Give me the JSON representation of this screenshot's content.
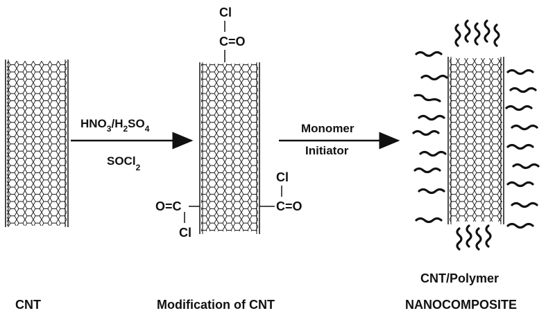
{
  "colors": {
    "ink": "#111111",
    "background": "#ffffff"
  },
  "step1": {
    "reagent_main": "HNO",
    "reagent_sub1": "3",
    "reagent_mid": "/H",
    "reagent_sub2": "2",
    "reagent_mid2": "SO",
    "reagent_sub3": "4",
    "reagent2_main": "SOCl",
    "reagent2_sub": "2"
  },
  "step2": {
    "line1": "Monomer",
    "line2": "Initiator"
  },
  "acyl": {
    "cl": "Cl",
    "carbonyl": "C=O",
    "carbonyl_rev": "O=C"
  },
  "captions": {
    "cnt": "CNT",
    "modification": "Modification of CNT",
    "composite_line1": "CNT/Polymer",
    "composite_line2": "NANOCOMPOSITE"
  }
}
